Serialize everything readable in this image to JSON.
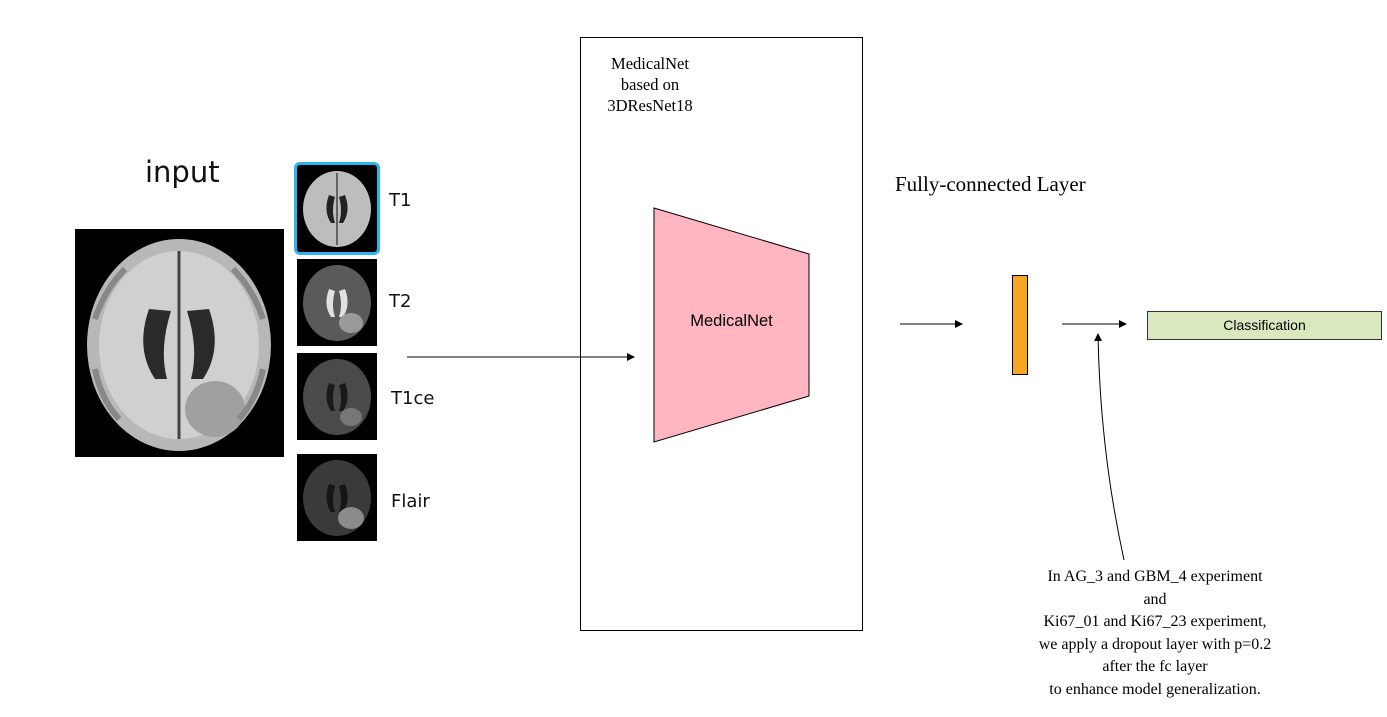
{
  "input": {
    "title": "input",
    "modalities": [
      "T1",
      "T2",
      "T1ce",
      "Flair"
    ]
  },
  "backbone": {
    "frame_label_lines": [
      "MedicalNet",
      "based on",
      "3DResNet18"
    ],
    "block_label": "MedicalNet"
  },
  "fc": {
    "title": "Fully-connected Layer"
  },
  "output": {
    "label": "Classification"
  },
  "note": {
    "lines": [
      "In AG_3 and GBM_4 experiment",
      "and",
      "Ki67_01 and Ki67_23 experiment,",
      "we apply a dropout layer with p=0.2",
      "after the fc layer",
      "to enhance model generalization."
    ]
  },
  "colors": {
    "trapezoid_fill": "#ffb6c1",
    "fc_bar_fill": "#f5a623",
    "classification_fill": "#d9e8bd",
    "selected_thumb_border": "#29b6f0"
  },
  "icons": {
    "scan": "brain-mri-scan-icon"
  }
}
